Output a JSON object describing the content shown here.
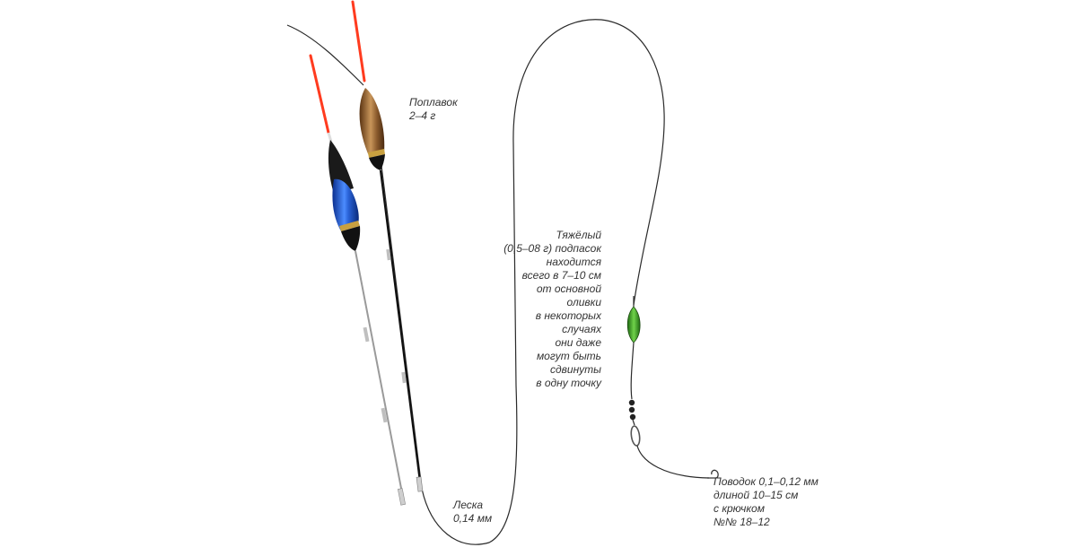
{
  "labels": {
    "float": {
      "lines": [
        "Поплавок",
        "2–4 г"
      ]
    },
    "sinker": {
      "lines": [
        "Тяжёлый",
        "(0,5–08 г) подпасок",
        "находится",
        "всего в 7–10 см",
        "от основной",
        "оливки",
        "в некоторых",
        "случаях",
        "они даже",
        "могут быть",
        "сдвинуты",
        "в одну точку"
      ]
    },
    "line": {
      "lines": [
        "Леска",
        "0,14 мм"
      ]
    },
    "leader": {
      "lines": [
        "Поводок 0,1–0,12 мм",
        "длиной 10–15 см",
        "с крючком",
        "№№ 18–12"
      ]
    }
  },
  "colors": {
    "fishing_line": "#2a2a2a",
    "float_tip": "#ff3b1f",
    "blue_float_body": "#1f5fd6",
    "brown_float_body": "#8a5a2c",
    "olive_sinker": "#3fa32b",
    "shot": "#222222"
  },
  "icons": [
    "blue-float-icon",
    "brown-float-icon",
    "olive-sinker-icon",
    "shot-icon",
    "hook-icon",
    "swivel-icon"
  ]
}
